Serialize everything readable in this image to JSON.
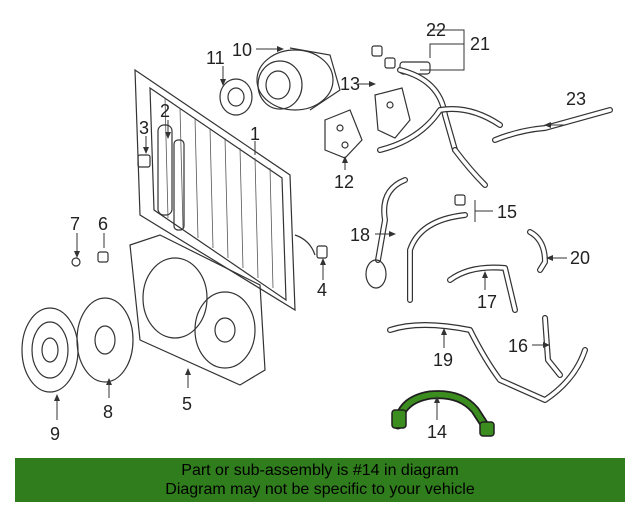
{
  "diagram": {
    "labels": {
      "p1": "1",
      "p2": "2",
      "p3": "3",
      "p4": "4",
      "p5": "5",
      "p6": "6",
      "p7": "7",
      "p8": "8",
      "p9": "9",
      "p10": "10",
      "p11": "11",
      "p12": "12",
      "p13": "13",
      "p14": "14",
      "p15": "15",
      "p16": "16",
      "p17": "17",
      "p18": "18",
      "p19": "19",
      "p20": "20",
      "p21": "21",
      "p22": "22",
      "p23": "23"
    },
    "highlight_part": "14",
    "highlight_color": "#2f7d1c"
  },
  "banner": {
    "line1": "Part or sub-assembly is #14 in diagram",
    "line2": "Diagram may not be specific to your vehicle",
    "background": "#2f7d1c"
  }
}
